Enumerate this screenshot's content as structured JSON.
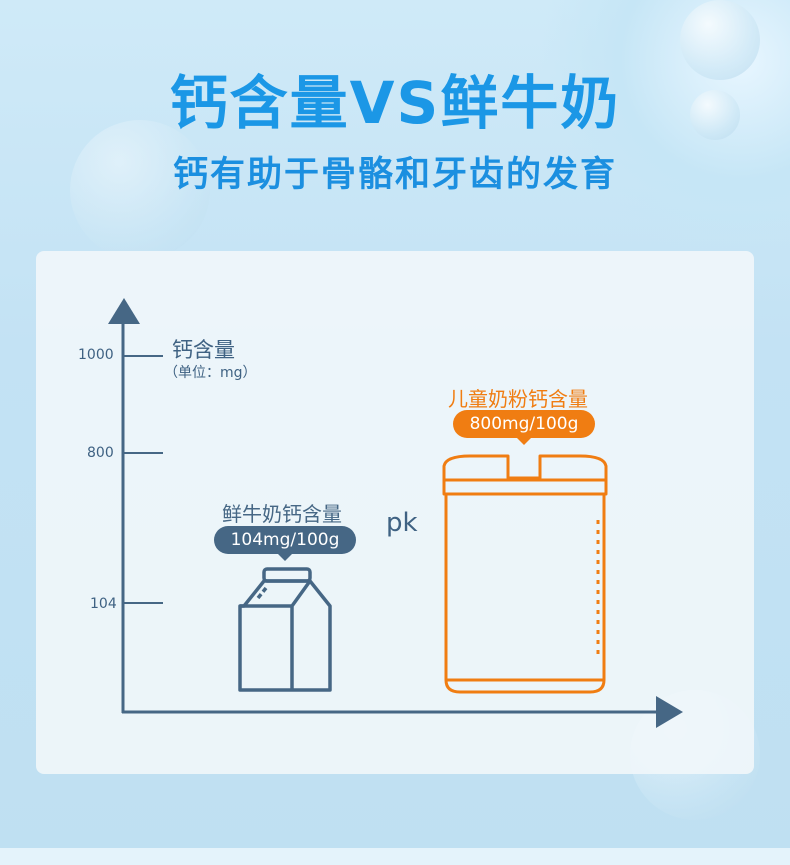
{
  "header": {
    "title": "钙含量VS鲜牛奶",
    "subtitle": "钙有助于骨骼和牙齿的发育"
  },
  "chart_data": {
    "type": "bar",
    "title": "钙含量VS鲜牛奶",
    "ylabel": "钙含量",
    "yunit": "（单位：mg）",
    "yticks": [
      "1000",
      "800",
      "104"
    ],
    "categories": [
      "鲜牛奶钙含量",
      "儿童奶粉钙含量"
    ],
    "values": [
      104,
      800
    ],
    "value_labels": [
      "104mg/100g",
      "800mg/100g"
    ],
    "comparison": "pk",
    "colors": {
      "milk": "#466785",
      "formula": "#f07d12"
    }
  }
}
